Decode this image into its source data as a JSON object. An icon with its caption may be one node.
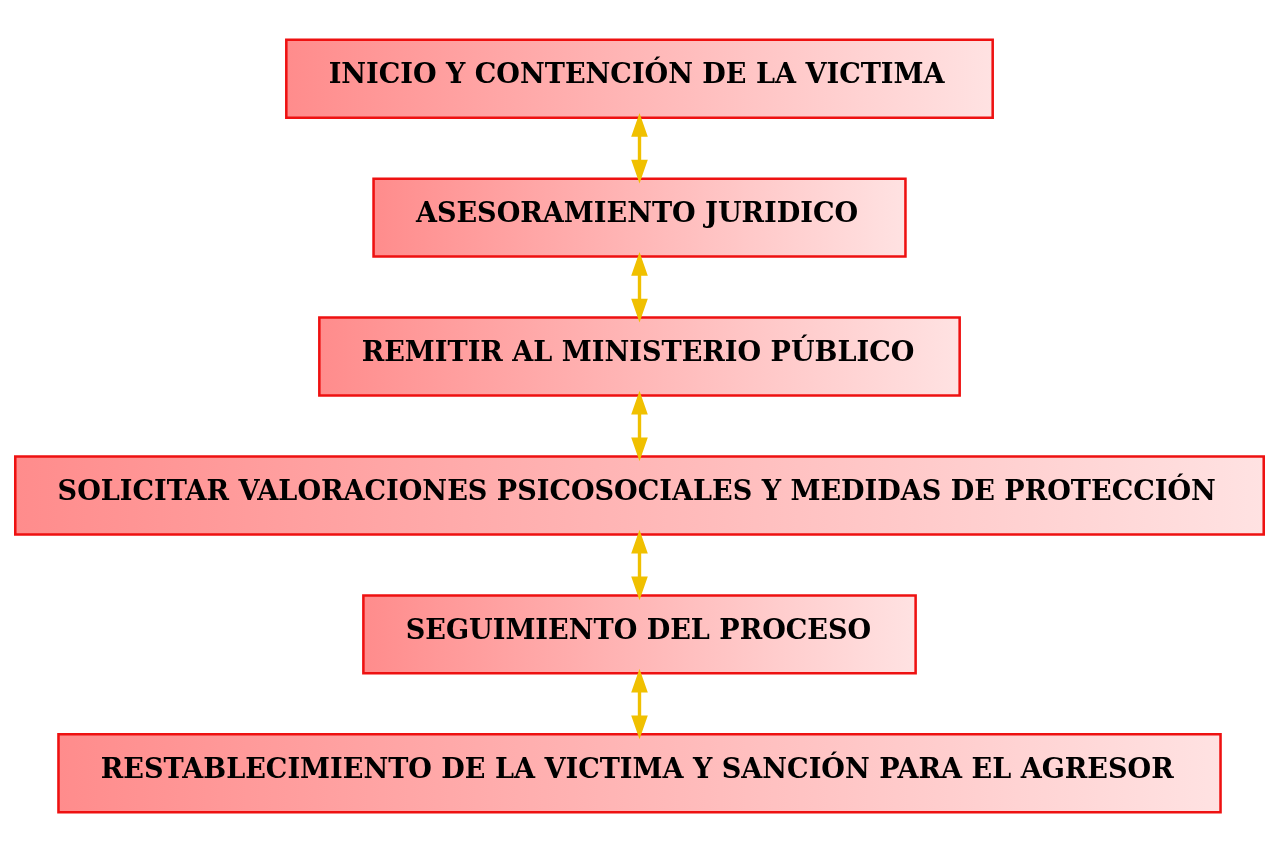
{
  "diagram": {
    "nodes": [
      {
        "text": [
          "INICIO Y CONTENCIÓN DE LA VICTIMA"
        ]
      },
      {
        "text": [
          "ASESORAMIENTO JURIDICO"
        ]
      },
      {
        "text": [
          "REMITIR AL MINISTERIO PÚBLICO"
        ]
      },
      {
        "text": [
          "SOLICITAR VALORACIONES PSICOSOCIALES Y MEDIDAS DE PROTECCIÓN"
        ]
      },
      {
        "text": [
          "SEGUIMIENTO DEL PROCESO"
        ]
      },
      {
        "text": [
          "RESTABLECIMIENTO DE LA VICTIMA Y SANCIÓN PARA EL AGRESOR"
        ]
      }
    ],
    "edges": [
      {
        "from": 0,
        "to": 1,
        "arrow": "both"
      },
      {
        "from": 1,
        "to": 2,
        "arrow": "both"
      },
      {
        "from": 2,
        "to": 3,
        "arrow": "both"
      },
      {
        "from": 3,
        "to": 4,
        "arrow": "both"
      },
      {
        "from": 4,
        "to": 5,
        "arrow": "both"
      }
    ]
  }
}
